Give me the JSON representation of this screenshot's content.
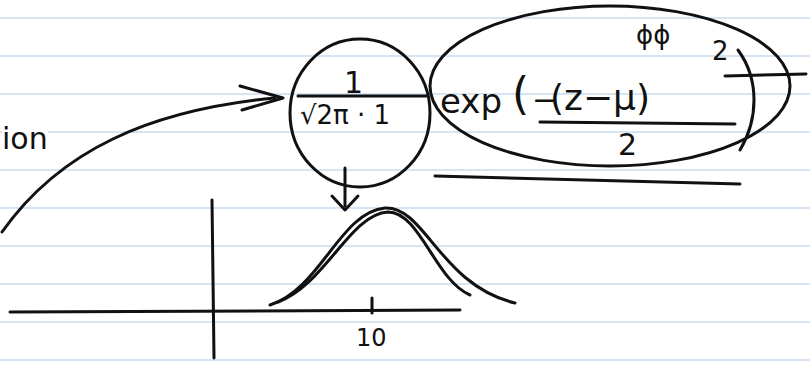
{
  "diagram": {
    "nodes": [
      {
        "text": [
          "1",
          "√2π · 1"
        ]
      },
      {
        "text": [
          "exp",
          "(",
          "−",
          "(z−μ)",
          "2",
          "ϕϕ",
          "2"
        ]
      }
    ],
    "labels": [
      "ion",
      "10"
    ]
  }
}
